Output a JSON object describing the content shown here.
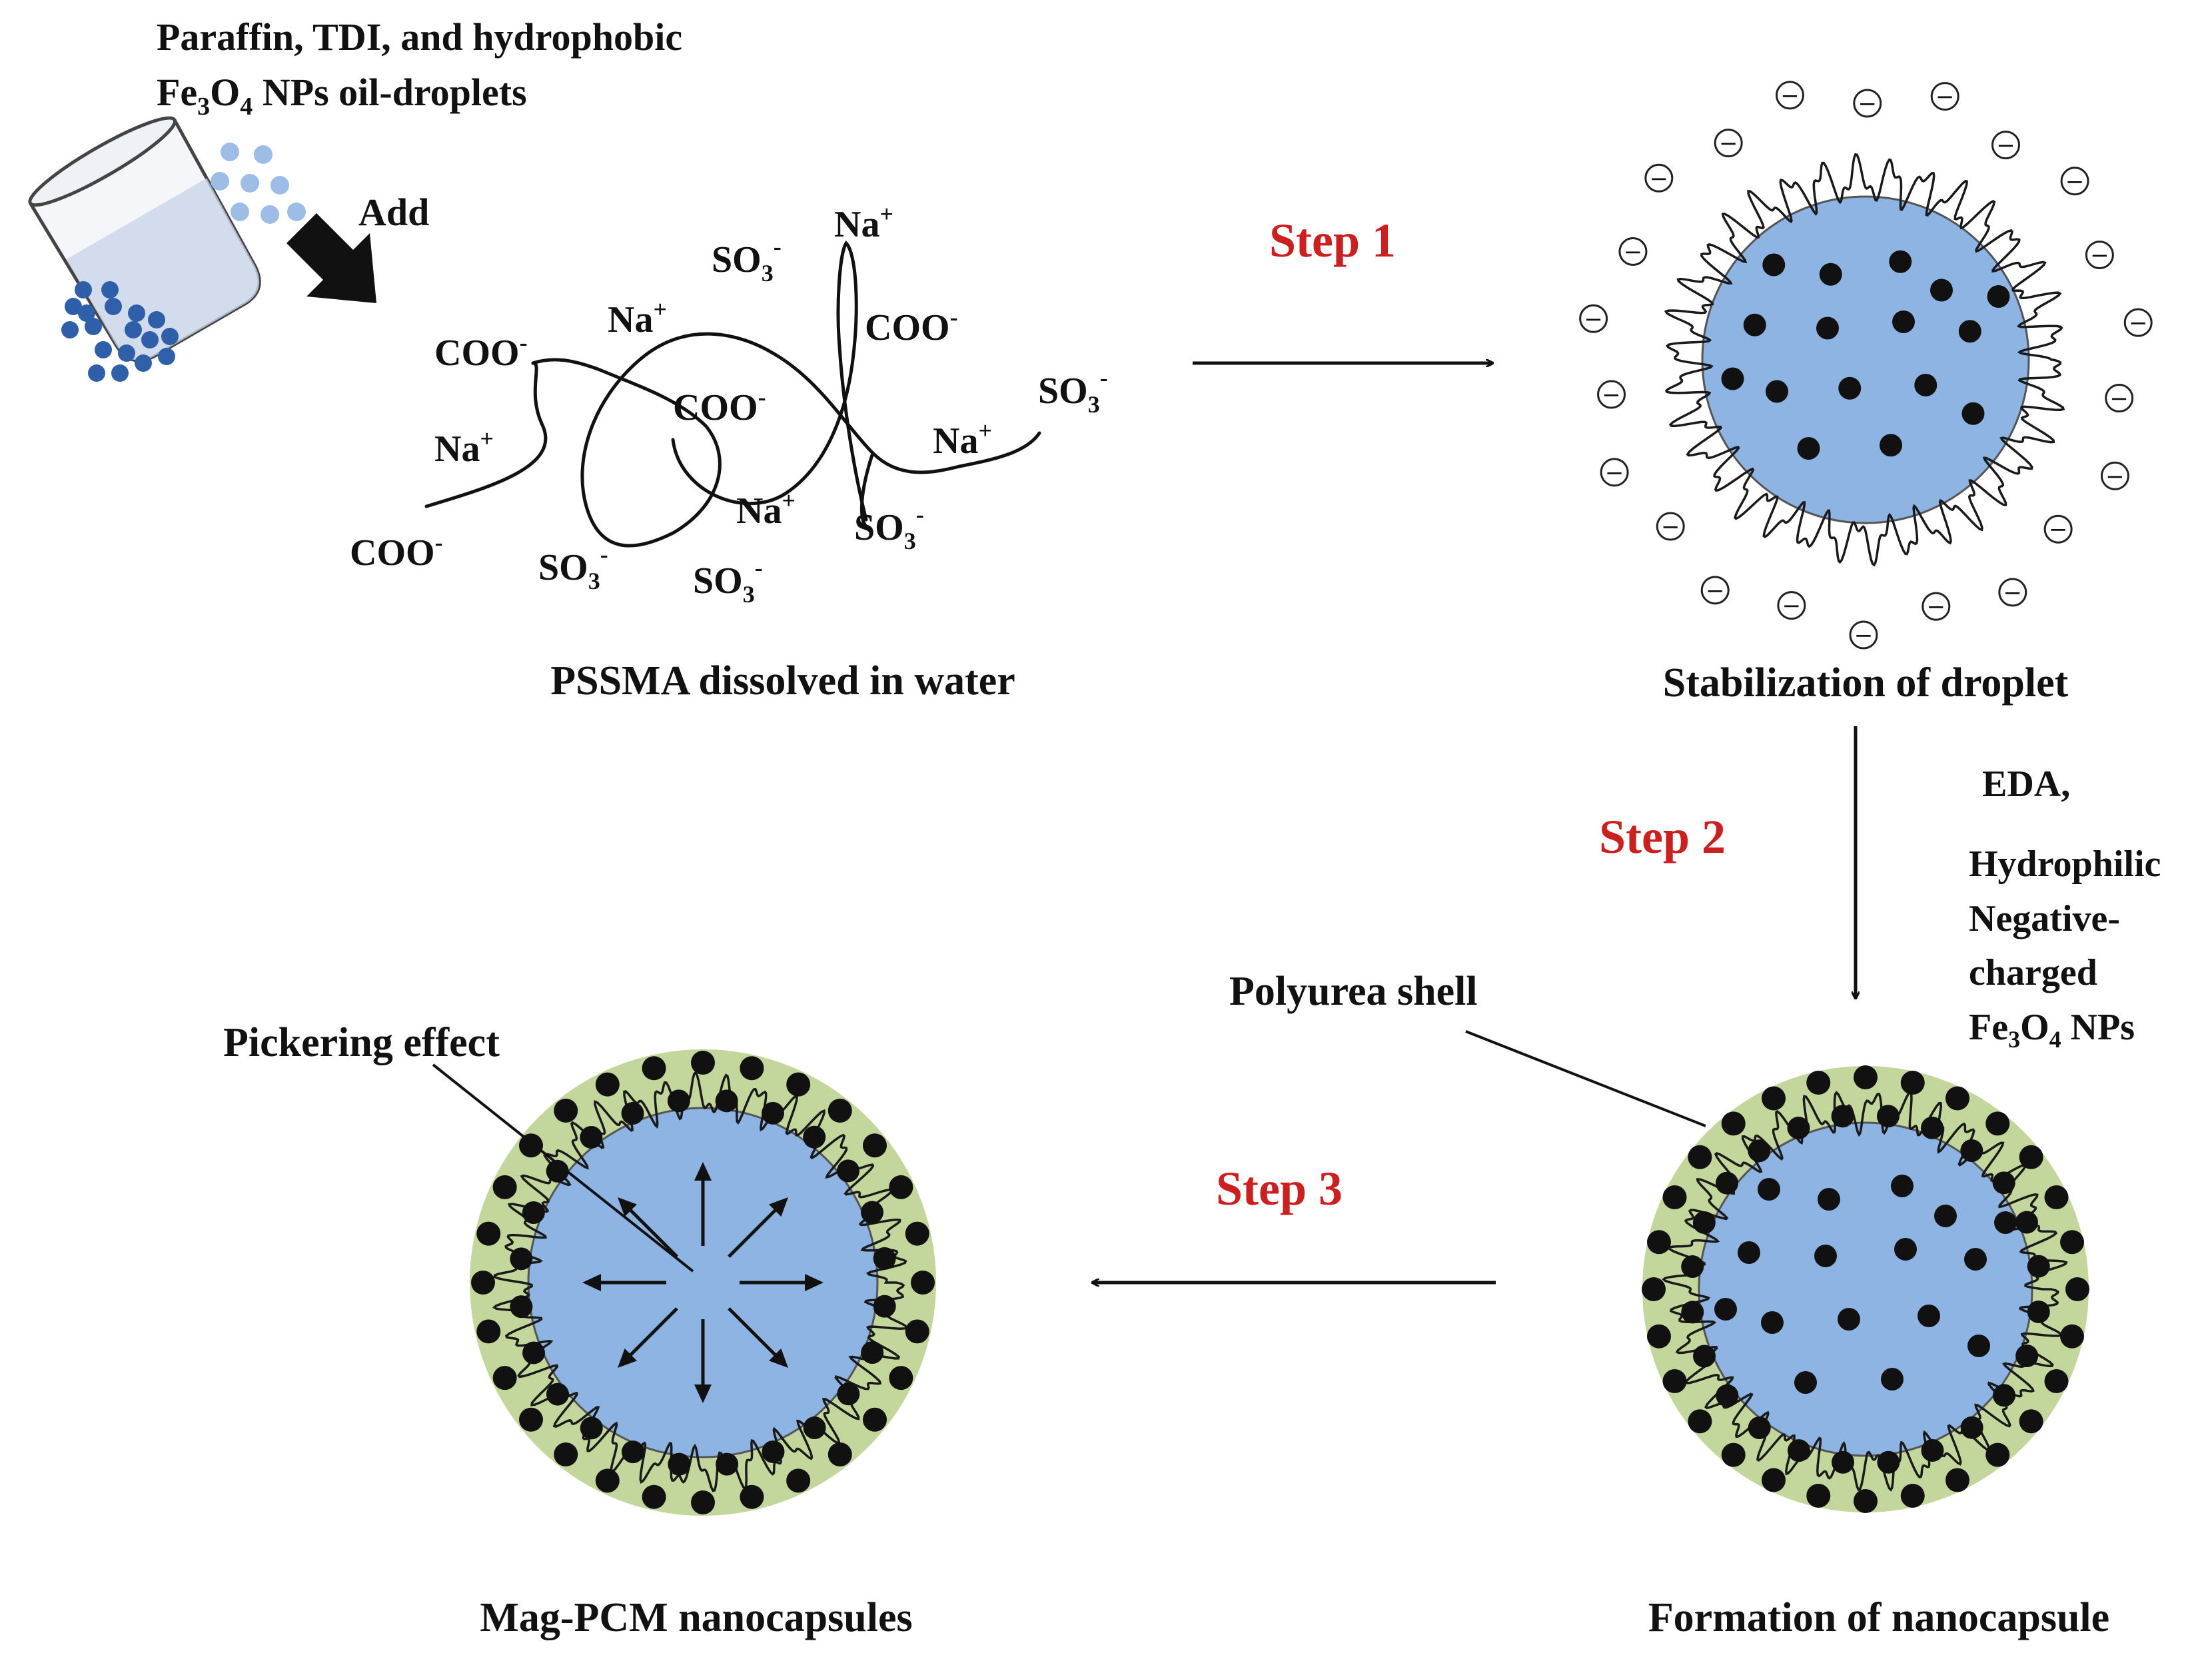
{
  "header": {
    "materials_line1": "Paraffin, TDI, and hydrophobic",
    "materials_line2_prefix": "Fe",
    "materials_line2_sub1": "3",
    "materials_line2_mid": "O",
    "materials_line2_sub2": "4",
    "materials_line2_suffix": " NPs oil-droplets",
    "add_label": "Add"
  },
  "polymer": {
    "caption": "PSSMA dissolved in water",
    "coo": "COO",
    "na": "Na",
    "so3_base": "SO",
    "so3_sub": "3",
    "minus": "-",
    "plus": "+"
  },
  "steps": {
    "step1": "Step 1",
    "step2": "Step 2",
    "step3": "Step 3"
  },
  "captions": {
    "stabilization": "Stabilization of droplet",
    "formation": "Formation of nanocapsule",
    "mag_pcm": "Mag-PCM nanocapsules"
  },
  "annotations": {
    "polyurea_shell": "Polyurea shell",
    "pickering_effect": "Pickering effect",
    "eda": "EDA,",
    "hydrophilic": "Hydrophilic",
    "negative": "Negative-",
    "charged": "charged",
    "fe3o4_prefix": "Fe",
    "fe3o4_sub1": "3",
    "fe3o4_mid": "O",
    "fe3o4_sub2": "4",
    "fe3o4_suffix": " NPs",
    "charge_symbol": "−"
  },
  "colors": {
    "droplet_blue": "#8eb4e3",
    "shell_green": "#c3d69b",
    "step_red": "#cc1f1f",
    "bead_blue": "#2e5fa8",
    "bead_light": "#9dbde6"
  }
}
